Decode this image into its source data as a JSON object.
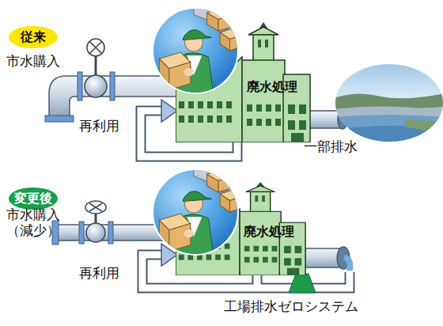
{
  "diagram": {
    "nodes": [
      {
        "text": [
          "従来"
        ]
      },
      {
        "text": [
          "廃水処理"
        ]
      },
      {
        "text": [
          "変更後"
        ]
      },
      {
        "text": [
          "廃水処理"
        ]
      }
    ],
    "labels": [
      "市水購入",
      "再利用",
      "一部排水",
      "市水購入 （減少）",
      "再利用",
      "工場排水ゼロシステム"
    ]
  }
}
